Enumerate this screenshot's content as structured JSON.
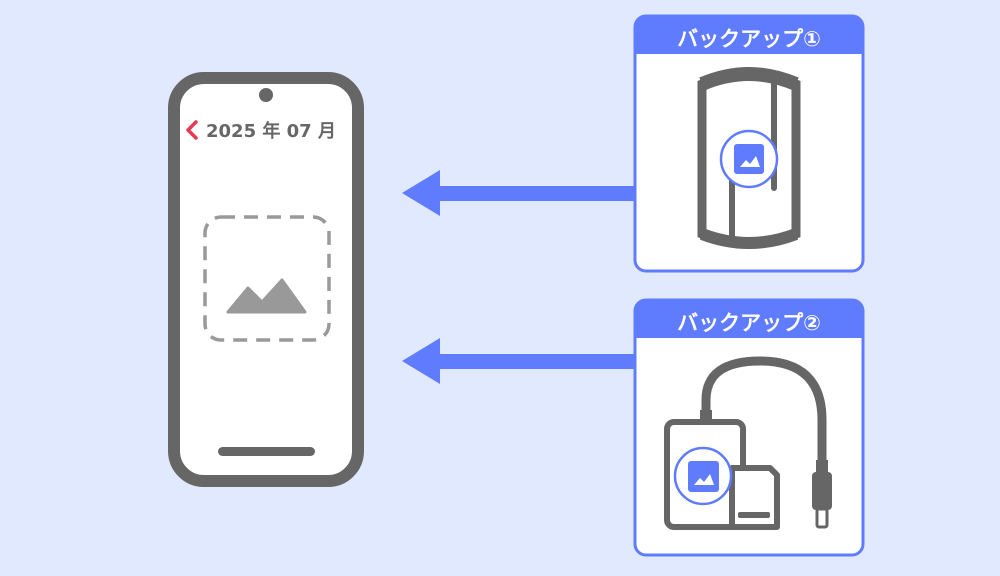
{
  "phone": {
    "header": {
      "back_icon": "chevron-left-icon",
      "date_label": "2025 年 07 月"
    },
    "placeholder_icon": "image-placeholder-icon"
  },
  "backups": [
    {
      "title": "バックアップ①",
      "device_icon": "external-drive-icon"
    },
    {
      "title": "バックアップ②",
      "device_icon": "card-reader-icon"
    }
  ],
  "colors": {
    "background": "#e1e9fe",
    "accent": "#5f7cff",
    "device_gray": "#666666",
    "back_chevron": "#e8384f"
  }
}
